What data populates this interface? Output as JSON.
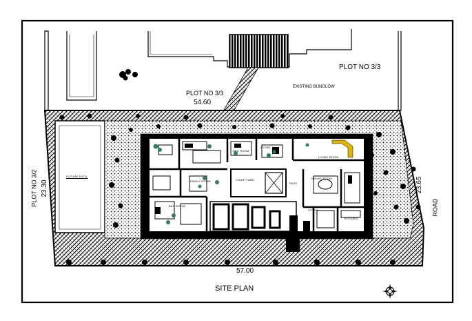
{
  "title": "SITE PLAN",
  "labels": {
    "plot_top_left": "PLOT NO 3/3",
    "plot_top_right": "PLOT NO 3/3",
    "plot_left": "PLOT NO 3/2",
    "existing": "EXISTING BUNGLOW",
    "road": "ROAD"
  },
  "dimensions": {
    "top": "54.60",
    "bottom": "57.00",
    "left": "23.30",
    "right": "23.65"
  },
  "rooms": {
    "courtyard": "COURTYARD",
    "living": "LIVING ROOM",
    "dining": "DINING ROOM",
    "kitchen": "KITCHEN",
    "store": "STORE",
    "store2": "STORE",
    "bed_room_1": "BED ROOM",
    "bed_room_2": "BED ROOM",
    "family": "FAMILY ROOM",
    "pass": "PASS.",
    "side": "FUTURE EXTN."
  },
  "colors": {
    "ink": "#000000",
    "paper": "#ffffff",
    "furniture_accent": "#e0b400",
    "plant": "#2f7d6b"
  },
  "icons": {
    "north": "compass-star-icon"
  }
}
